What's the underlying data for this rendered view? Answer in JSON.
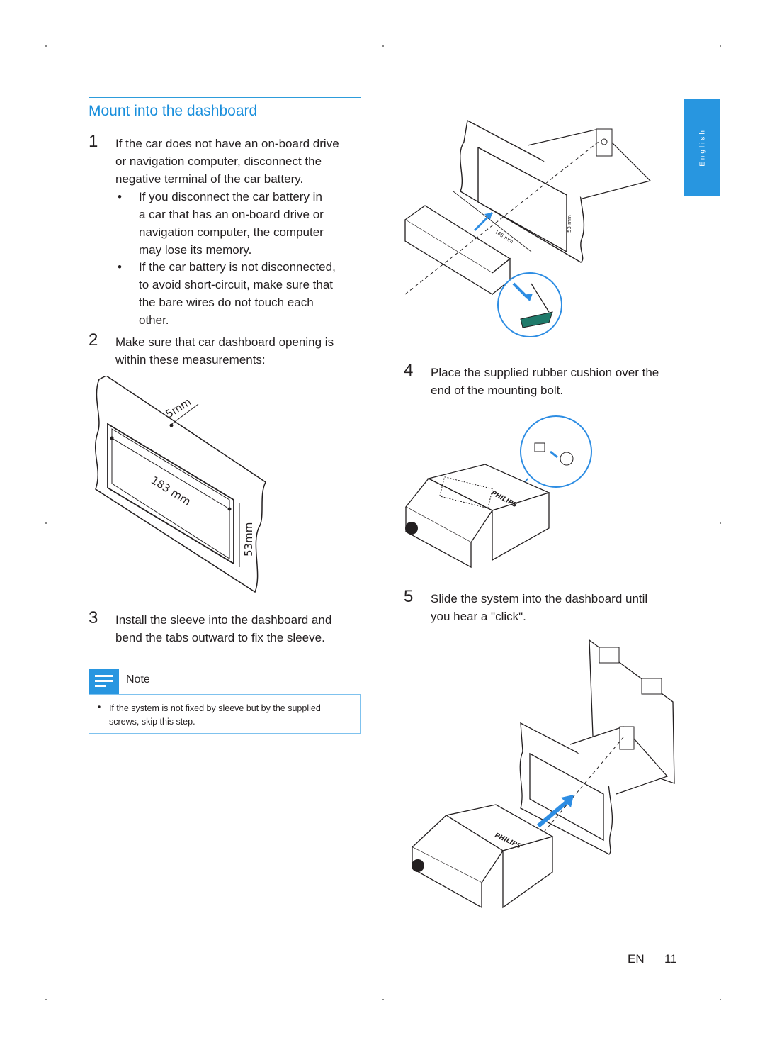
{
  "section": {
    "title": "Mount into the dashboard"
  },
  "steps": [
    {
      "num": "1",
      "lines": [
        "If the car does not have an on-board drive",
        "or navigation computer, disconnect the",
        "negative terminal of the car battery."
      ]
    },
    {
      "num": "2",
      "lines": [
        "Make sure that car dashboard opening is",
        "within these measurements:"
      ]
    },
    {
      "num": "3",
      "lines": [
        "Install the sleeve into the dashboard and",
        "bend the tabs outward to fix the sleeve."
      ]
    },
    {
      "num": "4",
      "lines": [
        "Place the supplied rubber cushion over the",
        "end of the mounting bolt."
      ]
    },
    {
      "num": "5",
      "lines": [
        "Slide the system into the dashboard until",
        "you hear a \"click\"."
      ]
    }
  ],
  "bullets": [
    {
      "lines": [
        "If you disconnect the car battery in",
        "a car that has an on-board drive or",
        "navigation computer, the computer",
        "may lose its memory."
      ]
    },
    {
      "lines": [
        "If the car battery is not disconnected,",
        "to avoid short-circuit, make sure that",
        "the bare wires do not touch each",
        "other."
      ]
    }
  ],
  "diagram_labels": {
    "gap": "5mm",
    "width": "183 mm",
    "height": "53mm",
    "sleeve_depth": "165 mm",
    "sleeve_height": "53 mm",
    "brand": "PHILIPS"
  },
  "note": {
    "heading": "Note",
    "bullet": "•",
    "lines": [
      "If the system is not fixed by sleeve but by the supplied",
      "screws, skip this step."
    ]
  },
  "language_tab": "English",
  "footer": {
    "lang": "EN",
    "page": "11"
  },
  "colors": {
    "accent": "#2896e0",
    "title": "#1a8fdc",
    "arrow": "#2d8de3"
  }
}
